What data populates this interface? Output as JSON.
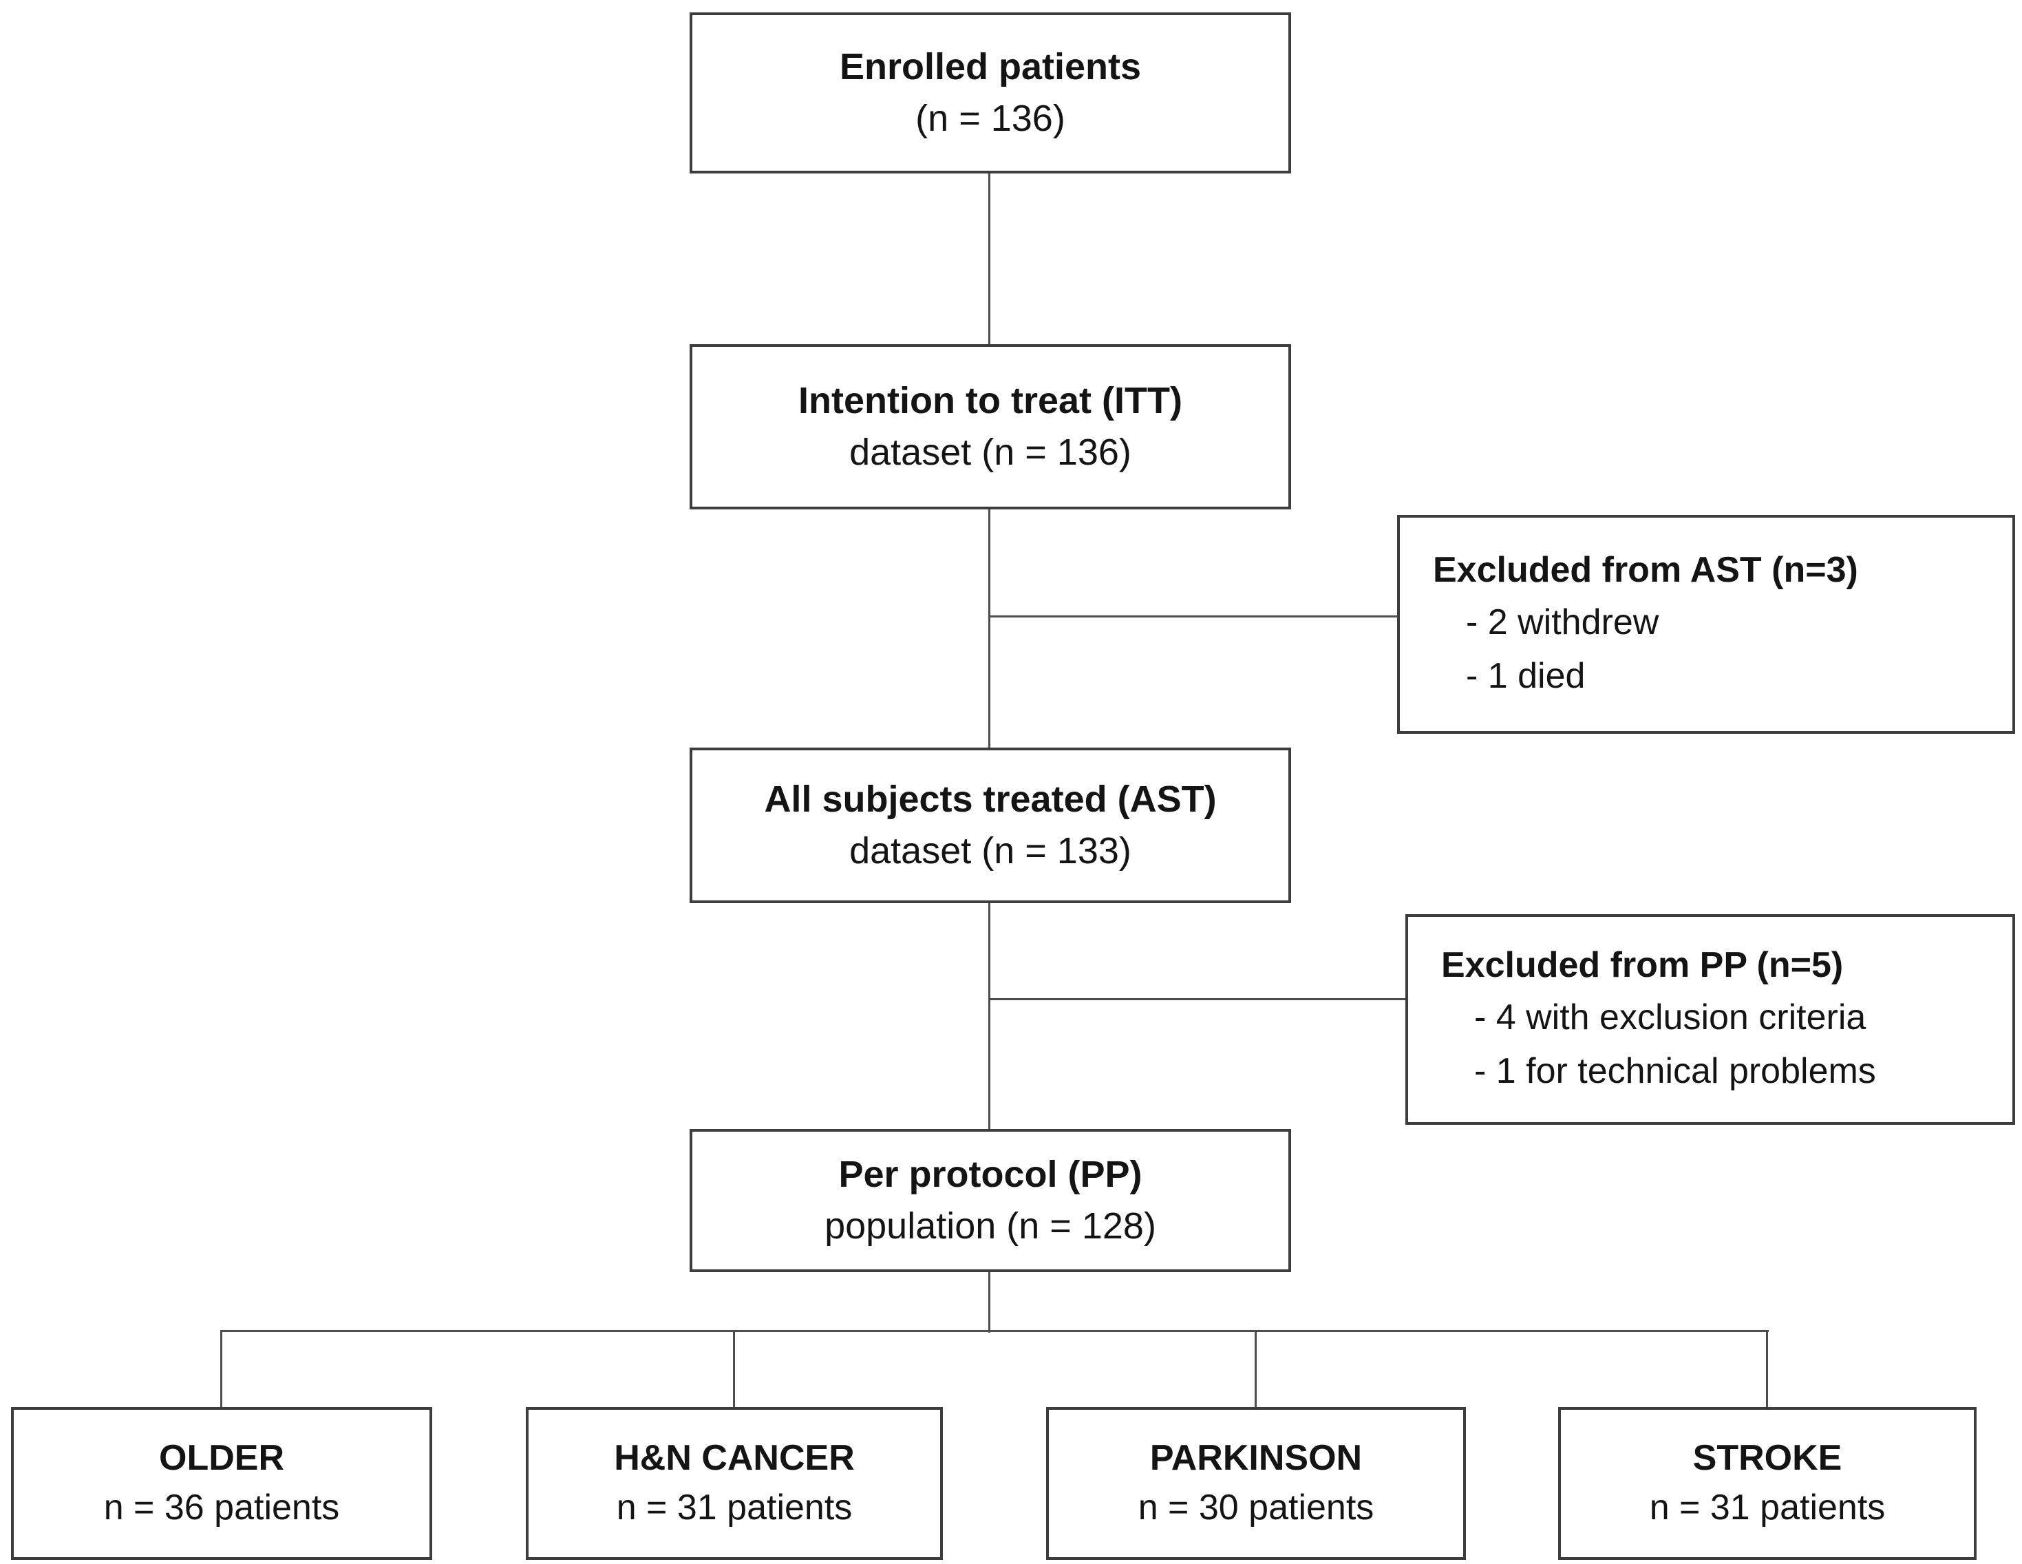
{
  "colors": {
    "background": "#ffffff",
    "box_border": "#3c3c3c",
    "connector_line": "#4d4d4d",
    "text": "#141414"
  },
  "nodes": {
    "enrolled": {
      "title": "Enrolled patients",
      "subtitle": "(n = 136)"
    },
    "itt": {
      "title": "Intention to treat (ITT)",
      "subtitle": "dataset (n = 136)"
    },
    "excluded_ast": {
      "title": "Excluded from AST (n=3)",
      "items": [
        "- 2 withdrew",
        "- 1 died"
      ]
    },
    "ast": {
      "title": "All subjects treated (AST)",
      "subtitle": "dataset (n = 133)"
    },
    "excluded_pp": {
      "title": "Excluded from PP (n=5)",
      "items": [
        "- 4 with exclusion criteria",
        "- 1 for technical problems"
      ]
    },
    "pp": {
      "title": "Per protocol (PP)",
      "subtitle": "population (n = 128)"
    },
    "older": {
      "title": "OLDER",
      "subtitle": "n = 36 patients"
    },
    "hn_cancer": {
      "title": "H&N CANCER",
      "subtitle": "n = 31 patients"
    },
    "parkinson": {
      "title": "PARKINSON",
      "subtitle": "n = 30 patients"
    },
    "stroke": {
      "title": "STROKE",
      "subtitle": "n = 31 patients"
    }
  }
}
